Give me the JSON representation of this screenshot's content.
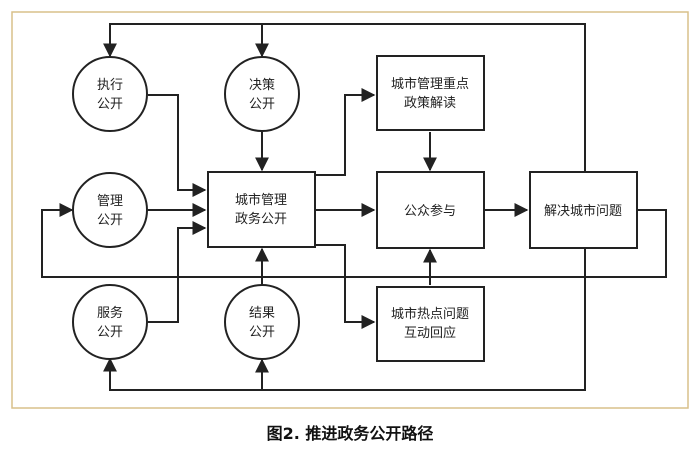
{
  "colors": {
    "frame_border": "#d9c08a",
    "line": "#222222",
    "node_fill": "#ffffff"
  },
  "nodes": {
    "zhixing": {
      "line1": "执行",
      "line2": "公开",
      "shape": "circle"
    },
    "juece": {
      "line1": "决策",
      "line2": "公开",
      "shape": "circle"
    },
    "guanli": {
      "line1": "管理",
      "line2": "公开",
      "shape": "circle"
    },
    "fuwu": {
      "line1": "服务",
      "line2": "公开",
      "shape": "circle"
    },
    "jieguo": {
      "line1": "结果",
      "line2": "公开",
      "shape": "circle"
    },
    "chengshi_guanli": {
      "line1": "城市管理",
      "line2": "政务公开",
      "shape": "box"
    },
    "zhongdian": {
      "line1": "城市管理重点",
      "line2": "政策解读",
      "shape": "box"
    },
    "gongzhong": {
      "line1": "公众参与",
      "shape": "box"
    },
    "redian": {
      "line1": "城市热点问题",
      "line2": "互动回应",
      "shape": "box"
    },
    "jiejue": {
      "line1": "解决城市问题",
      "shape": "box"
    }
  },
  "caption": "图2. 推进政务公开路径"
}
